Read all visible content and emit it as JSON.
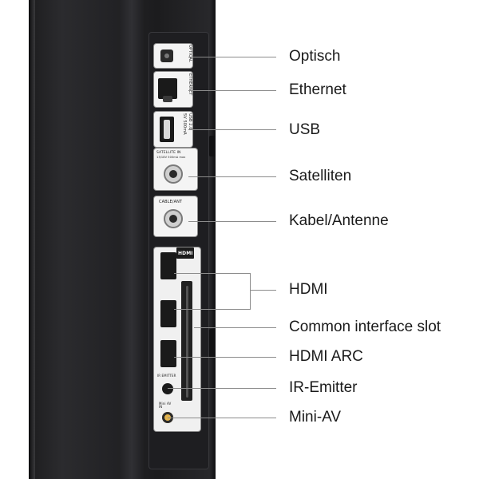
{
  "labels": {
    "optical": "Optisch",
    "ethernet": "Ethernet",
    "usb": "USB",
    "satellite": "Satelliten",
    "cable": "Kabel/Antenne",
    "hdmi": "HDMI",
    "ci_slot": "Common interface slot",
    "hdmi_arc": "HDMI ARC",
    "ir": "IR-Emitter",
    "mini_av": "Mini-AV"
  },
  "port_text": {
    "optical": "OPTICAL",
    "ethernet": "ETHERNET",
    "usb_1": "USB 2.0",
    "usb_2": "5V 500mA",
    "satellite_1": "SATELLITE IN",
    "satellite_2": "13/18V 500mA max",
    "cable": "CABLE/ANT",
    "hdmi_logo": "HDMI",
    "ir": "IR EMITTER",
    "mini_av": "Mini AV IN"
  },
  "colors": {
    "tv_body": "#242427",
    "panel": "#1e1e21",
    "port_card": "#f4f4f4",
    "leader_line": "#8c8c8c",
    "label_text": "#1a1a1a"
  }
}
